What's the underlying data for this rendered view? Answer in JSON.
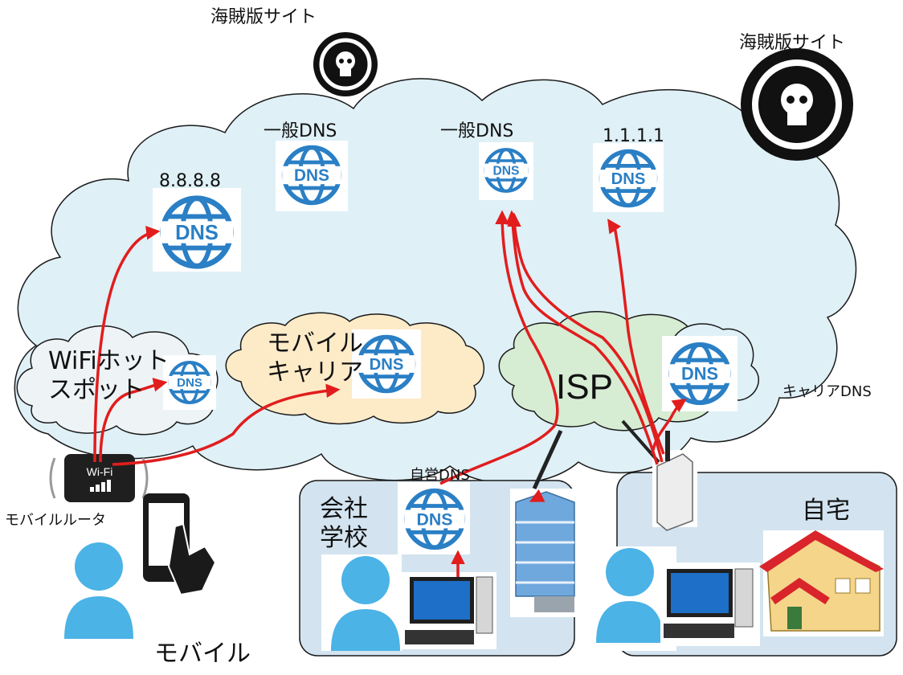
{
  "labels": {
    "pirate_site_left": "海賊版サイト",
    "pirate_site_right": "海賊版サイト",
    "general_dns_1": "一般DNS",
    "general_dns_2": "一般DNS",
    "cloudflare_dns": "1.1.1.1",
    "google_dns": "8.8.8.8",
    "wifi_hotspot": "WiFiホット\nスポット",
    "mobile_carrier": "モバイル\nキャリア",
    "isp": "ISP",
    "carrier_dns": "キャリアDNS",
    "self_dns": "自営DNS",
    "company_school": "会社\n学校",
    "home": "自宅",
    "mobile_router": "モバイルルータ",
    "mobile": "モバイル",
    "wifi_device": "Wi-Fi",
    "dns_icon_text": "DNS"
  },
  "colors": {
    "internet_cloud": "#dff0f7",
    "mobile_carrier_cloud": "#fdebc8",
    "isp_cloud": "#d6ecd3",
    "hotspot_cloud": "#eef3f6",
    "site_box": "#d3e4f0",
    "arrow": "#e11d1d",
    "dns_icon": "#2a7fc5",
    "link": "#222222"
  }
}
